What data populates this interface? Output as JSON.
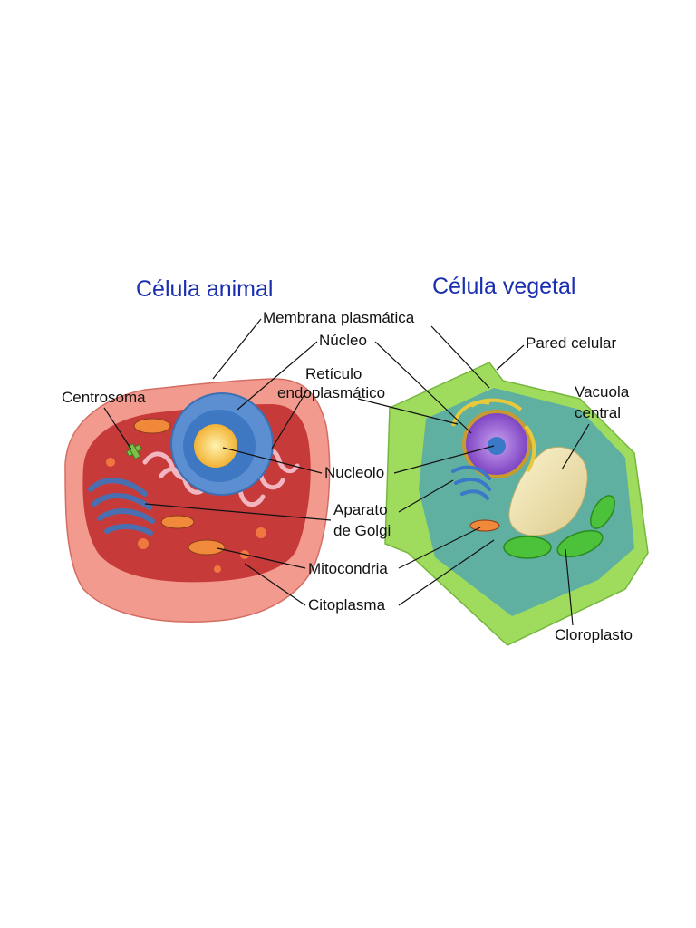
{
  "titles": {
    "animal": "Célula animal",
    "plant": "Célula vegetal"
  },
  "labels": {
    "membrana": "Membrana plasmática",
    "nucleo": "Núcleo",
    "pared": "Pared celular",
    "centrosoma": "Centrosoma",
    "reticulo_1": "Retículo",
    "reticulo_2": "endoplasmático",
    "vacuola_1": "Vacuola",
    "vacuola_2": "central",
    "nucleolo": "Nucleolo",
    "golgi_1": "Aparato",
    "golgi_2": "de Golgi",
    "mitocondria": "Mitocondria",
    "citoplasma": "Citoplasma",
    "cloroplasto": "Cloroplasto"
  },
  "colors": {
    "title": "#1a2fb0",
    "animal_membrane": "#f08a80",
    "animal_cytoplasm": "#c93a3a",
    "nucleus_blue": "#5a8fd0",
    "nucleolus": "#f6c24a",
    "plant_wall": "#9fdb5c",
    "plant_cytoplasm": "#5fb0a0",
    "plant_nucleus": "#9a5fd0",
    "vacuole": "#efe2b0",
    "chloroplast": "#5cc23a"
  }
}
